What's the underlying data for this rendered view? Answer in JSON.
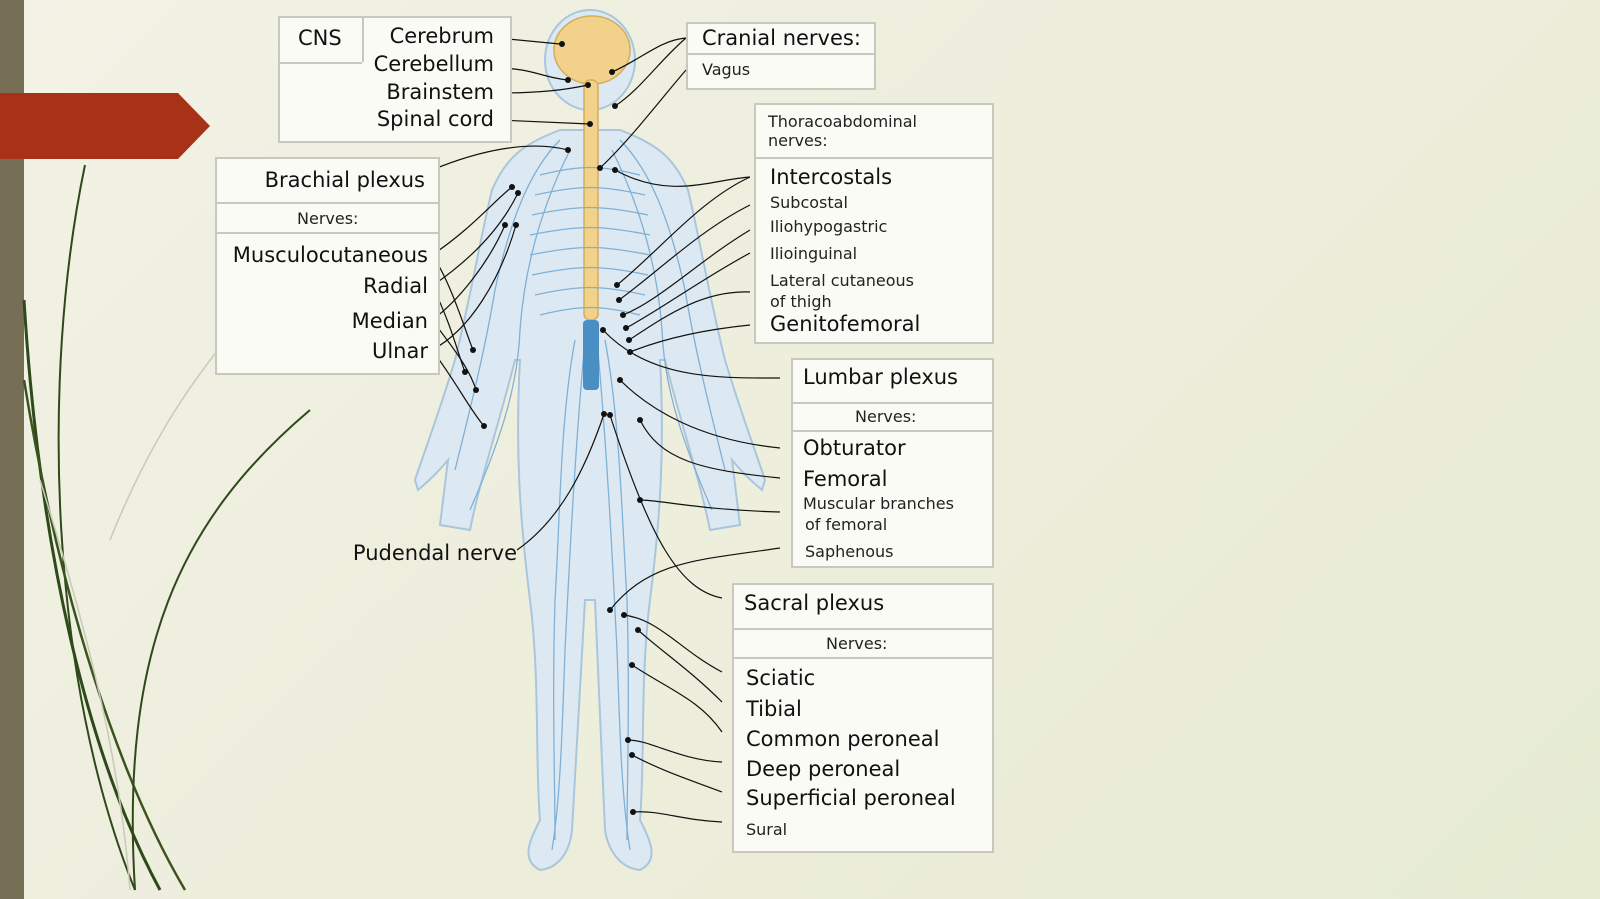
{
  "slide": {
    "accent_color": "#a83217",
    "sidebar_color": "#776f55"
  },
  "cns": {
    "header": "CNS",
    "items": [
      "Cerebrum",
      "Cerebellum",
      "Brainstem",
      "Spinal cord"
    ]
  },
  "cranial": {
    "header": "Cranial nerves:",
    "items": [
      "Vagus"
    ]
  },
  "brachial": {
    "header": "Brachial plexus",
    "subheader": "Nerves:",
    "items": [
      "Musculocutaneous",
      "Radial",
      "Median",
      "Ulnar"
    ]
  },
  "thoraco": {
    "header_line1": "Thoracoabdominal",
    "header_line2": "nerves:",
    "intercostals": "Intercostals",
    "subcostal": "Subcostal",
    "iliohypogastric": "Iliohypogastric",
    "ilioinguinal": "Ilioinguinal",
    "lateral_line1": "Lateral cutaneous",
    "lateral_line2": "of thigh",
    "genitofemoral": "Genitofemoral"
  },
  "lumbar": {
    "header": "Lumbar plexus",
    "subheader": "Nerves:",
    "obturator": "Obturator",
    "femoral": "Femoral",
    "muscular_line1": "Muscular branches",
    "muscular_line2": "of femoral",
    "saphenous": "Saphenous"
  },
  "pudendal": "Pudendal nerve",
  "sacral": {
    "header": "Sacral plexus",
    "subheader": "Nerves:",
    "sciatic": "Sciatic",
    "tibial": "Tibial",
    "common_peroneal": "Common peroneal",
    "deep_peroneal": "Deep peroneal",
    "superficial_peroneal": "Superficial peroneal",
    "sural": "Sural"
  }
}
